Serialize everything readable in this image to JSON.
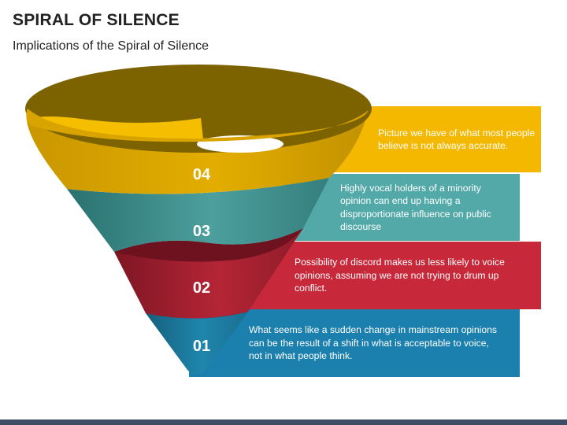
{
  "header": {
    "title": "SPIRAL OF SILENCE",
    "subtitle": "Implications of the Spiral of Silence"
  },
  "levels": [
    {
      "number": "04",
      "text": "Picture we have of what most people believe is not always accurate.",
      "color": "#f5b800"
    },
    {
      "number": "03",
      "text": "Highly vocal holders of a minority opinion can end up having a disproportionate influence on public discourse",
      "color": "#53a8a8"
    },
    {
      "number": "02",
      "text": "Possibility of discord makes us less likely to voice opinions, assuming we are not trying to drum up conflict.",
      "color": "#c7283a"
    },
    {
      "number": "01",
      "text": "What seems like a sudden change in mainstream opinions can be the result of a shift in what is acceptable to voice, not in what people think.",
      "color": "#1b80ad"
    }
  ],
  "funnel_colors": {
    "gold": "#cc9b00",
    "gold_inner": "#7a6200",
    "teal": "#2e7c7a",
    "red": "#8a1b28",
    "blue": "#1a6e8e"
  }
}
